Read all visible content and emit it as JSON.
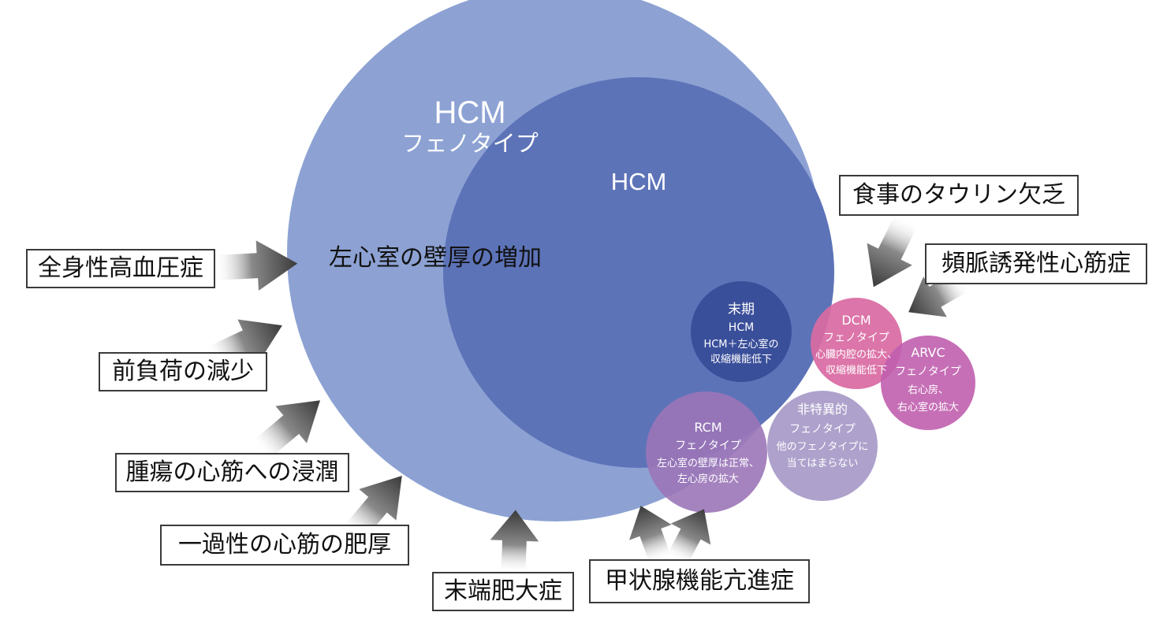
{
  "diagram": {
    "outer_circle": {
      "title": "HCM",
      "subtitle": "フェノタイプ",
      "body": "左心室の壁厚の増加"
    },
    "inner_circle": {
      "title": "HCM"
    },
    "endstage": {
      "line1": "末期",
      "line2": "HCM",
      "line3": "HCM＋左心室の",
      "line4": "収縮機能低下"
    },
    "dcm": {
      "line1": "DCM",
      "line2": "フェノタイプ",
      "line3": "心臓内腔の拡大、",
      "line4": "収縮機能低下"
    },
    "arvc": {
      "line1": "ARVC",
      "line2": "フェノタイプ",
      "line3": "右心房、",
      "line4": "右心室の拡大"
    },
    "rcm": {
      "line1": "RCM",
      "line2": "フェノタイプ",
      "line3": "左心室の壁厚は正常、",
      "line4": "左心房の拡大"
    },
    "nonspecific": {
      "line1": "非特異的",
      "line2": "フェノタイプ",
      "line3": "他のフェノタイプに",
      "line4": "当てはまらない"
    }
  },
  "labels": {
    "hypertension": "全身性高血圧症",
    "preload": "前負荷の減少",
    "tumor": "腫瘍の心筋への浸潤",
    "transient": "一過性の心筋の肥厚",
    "acromegaly": "末端肥大症",
    "hyperthyroid": "甲状腺機能亢進症",
    "taurine": "食事のタウリン欠乏",
    "tachy": "頻脈誘発性心筋症"
  },
  "colors": {
    "outer": "#8da2d3",
    "inner": "#5d73b8",
    "endstage": "#3a4f9a",
    "dcm": "#d96aa3",
    "arvc": "#c05fae",
    "rcm": "#9b75b8",
    "nonspecific": "#a89bc8"
  }
}
